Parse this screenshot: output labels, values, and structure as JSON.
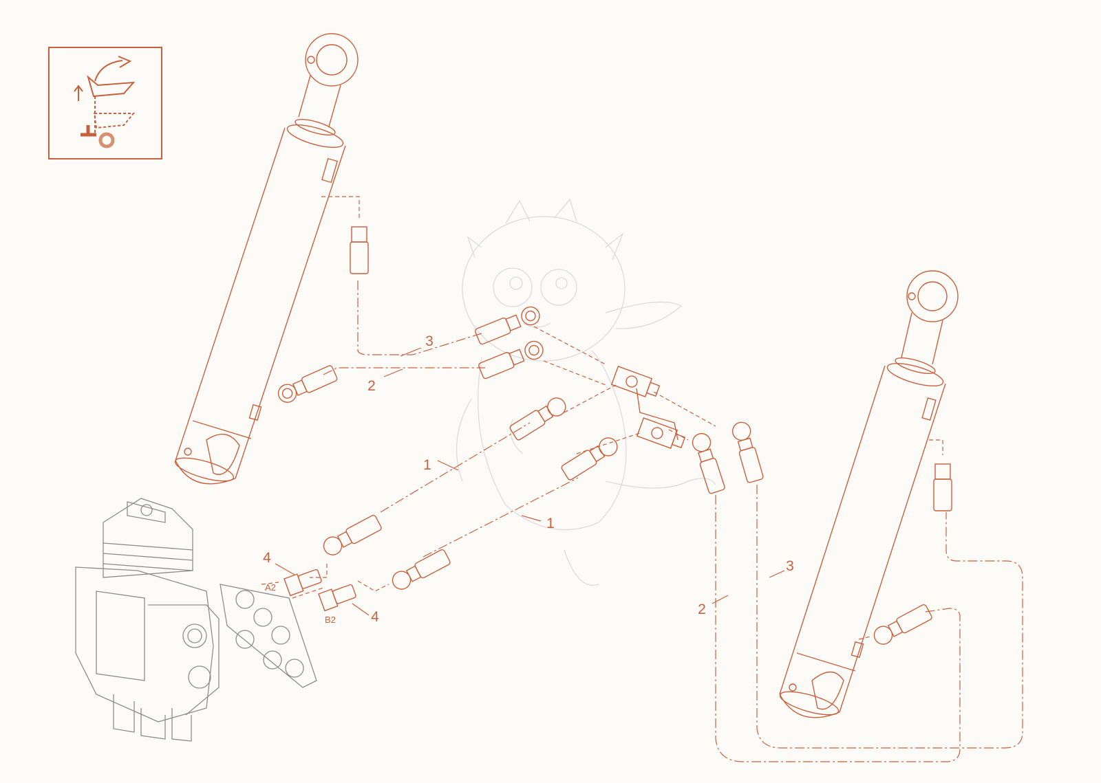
{
  "diagram": {
    "line_color": "#c9603c",
    "gray_color": "#8c8c8c",
    "wm_color": "#d6d6d6",
    "icon_color": "#c9603c",
    "icon_fill": "#d9906f",
    "icon_name": "bucket-tilt-icon",
    "watermark": "cartoon-dragon-watermark"
  },
  "callouts": [
    "1",
    "1",
    "2",
    "2",
    "3",
    "3",
    "4",
    "4"
  ],
  "ports": {
    "a2": "A2",
    "b2": "B2"
  }
}
